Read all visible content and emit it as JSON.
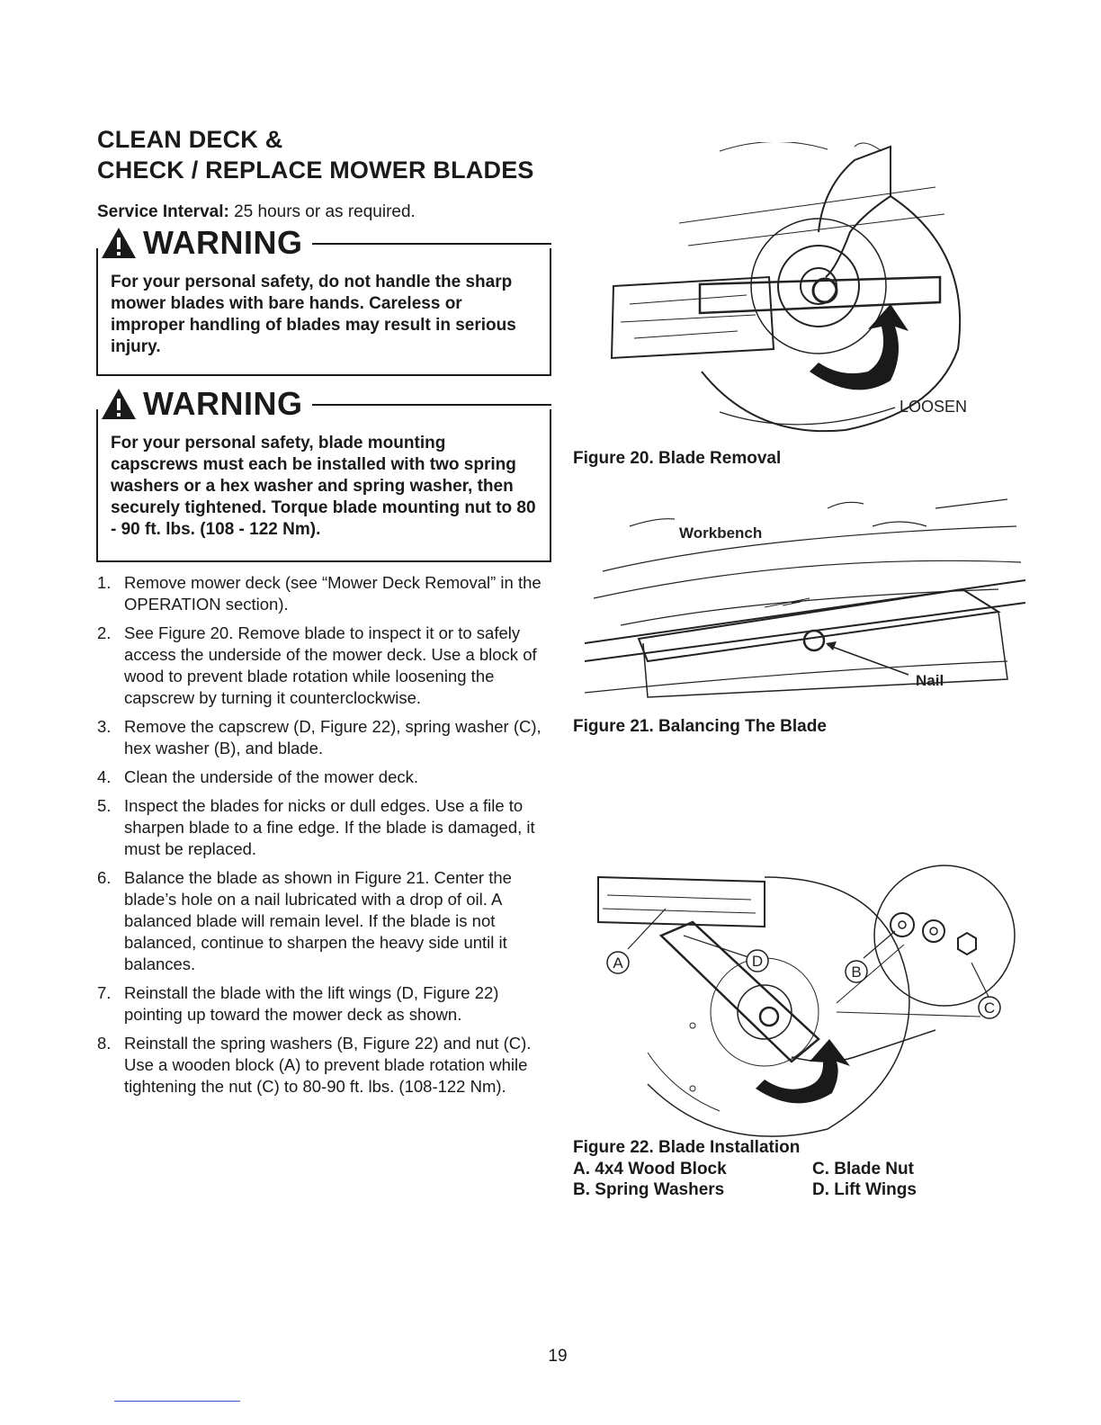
{
  "title": {
    "line1": "CLEAN DECK &",
    "line2": "CHECK / REPLACE MOWER BLADES"
  },
  "service_interval": {
    "label": "Service Interval:",
    "value": " 25 hours or as required."
  },
  "warnings": [
    {
      "heading": "WARNING",
      "text": "For your personal safety, do not handle the sharp mower blades with bare hands. Careless or improper handling of blades may result in serious injury."
    },
    {
      "heading": "WARNING",
      "text": "For your personal safety, blade mounting capscrews must each be installed with two spring washers or a hex washer and spring washer, then securely tightened. Torque blade mounting nut to 80 - 90 ft. lbs. (108 - 122 Nm)."
    }
  ],
  "steps": [
    {
      "num": "1.",
      "text": "Remove mower deck (see “Mower Deck Removal” in the OPERATION section)."
    },
    {
      "num": "2.",
      "text": "See Figure 20.  Remove blade to inspect it or to safely access the underside of the mower deck.  Use a block of wood to prevent blade rotation while loosening the capscrew by turning it counterclockwise."
    },
    {
      "num": "3.",
      "text": "Remove the capscrew (D, Figure 22), spring washer (C), hex washer (B), and blade."
    },
    {
      "num": "4.",
      "text": "Clean the underside of the mower deck."
    },
    {
      "num": "5.",
      "text": "Inspect the blades for nicks or dull edges.  Use a file to sharpen blade to a fine edge. If the blade is damaged, it must be replaced."
    },
    {
      "num": "6.",
      "text": "Balance the blade as shown in Figure 21.  Center the blade’s hole on a nail lubricated with a drop of oil. A balanced blade will remain level.  If the blade is not balanced, continue to sharpen the heavy side until it balances."
    },
    {
      "num": "7.",
      "text": "Reinstall the blade with the lift wings (D, Figure 22) pointing up toward the mower deck as shown."
    },
    {
      "num": "8.",
      "text": "Reinstall the spring washers (B, Figure 22) and nut (C). Use a wooden block (A) to prevent blade rotation while tightening the nut (C) to 80-90 ft. lbs. (108-122 Nm)."
    }
  ],
  "figures": {
    "fig20": {
      "caption": "Figure 20.  Blade Removal",
      "label_loosen": "LOOSEN"
    },
    "fig21": {
      "caption": "Figure 21. Balancing The Blade",
      "label_workbench": "Workbench",
      "label_nail": "Nail"
    },
    "fig22": {
      "caption": "Figure 22.  Blade Installation",
      "callouts": {
        "a": "A",
        "b": "B",
        "c": "C",
        "d": "D"
      },
      "legend": {
        "a": "A.  4x4 Wood Block",
        "b": "B.  Spring Washers",
        "c": "C. Blade Nut",
        "d": "D. Lift Wings"
      }
    }
  },
  "page_number": "19"
}
